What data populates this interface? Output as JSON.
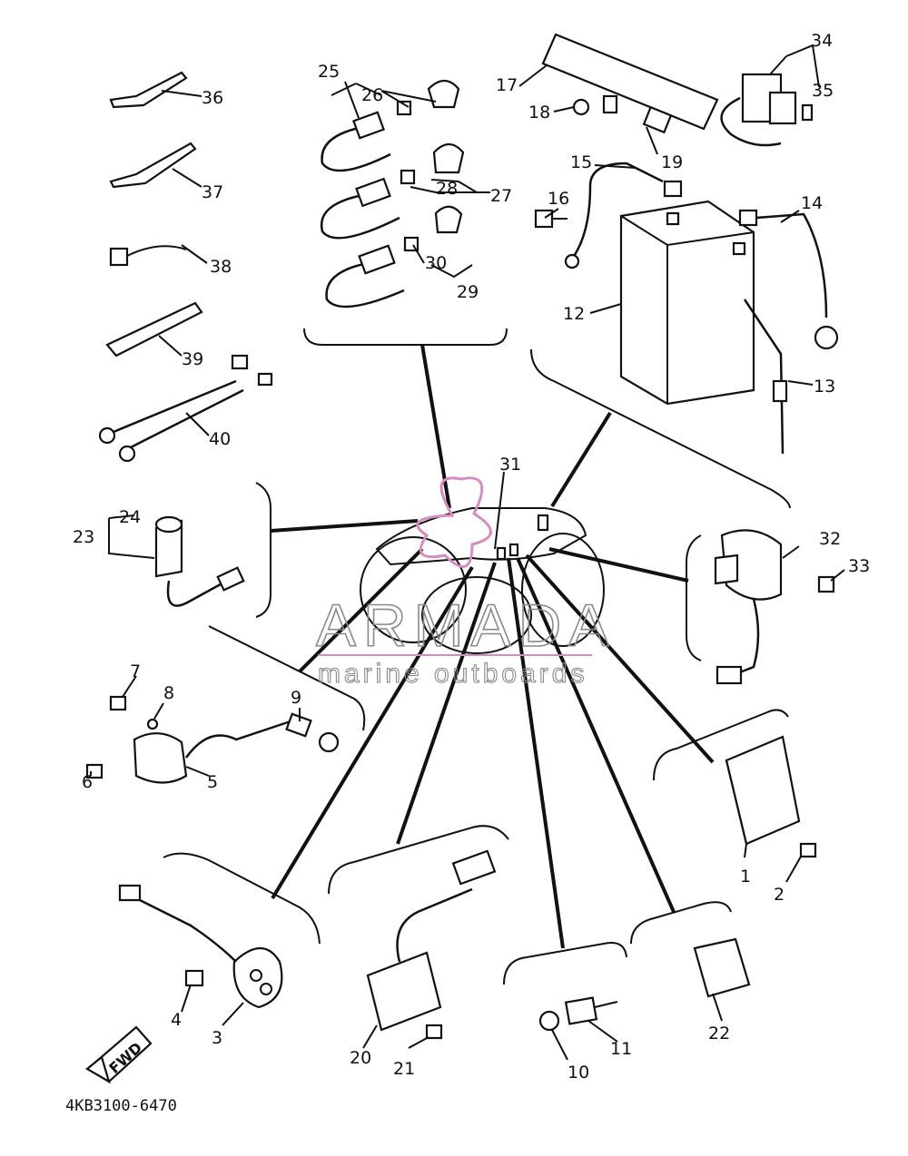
{
  "drawing_code": "4KB3100-6470",
  "watermark": {
    "brand": "ARMADA",
    "tagline": "marine outboards",
    "accent_color": "#d58cc0"
  },
  "direction_badge": "FWD",
  "part_numbers": [
    "1",
    "2",
    "3",
    "4",
    "5",
    "6",
    "7",
    "8",
    "9",
    "10",
    "11",
    "12",
    "13",
    "14",
    "15",
    "16",
    "17",
    "18",
    "19",
    "20",
    "21",
    "22",
    "23",
    "24",
    "25",
    "26",
    "27",
    "28",
    "29",
    "30",
    "31",
    "32",
    "33",
    "34",
    "35",
    "36",
    "37",
    "38",
    "39",
    "40"
  ]
}
